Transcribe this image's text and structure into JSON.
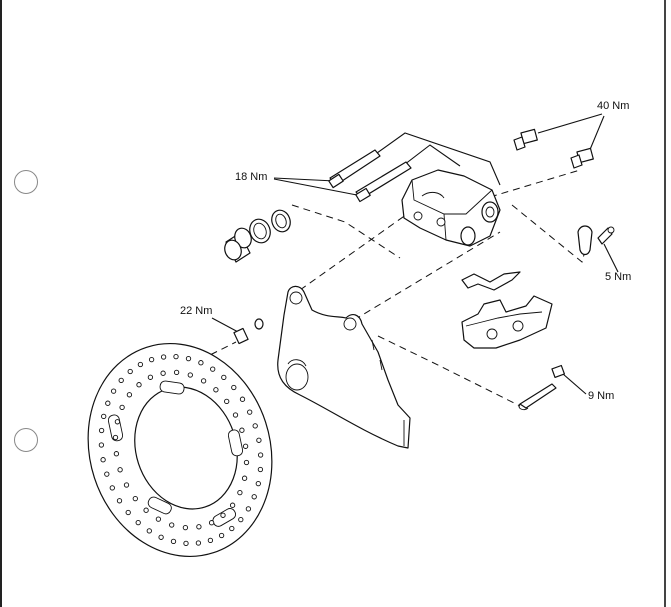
{
  "labels": {
    "torque_40": "40 Nm",
    "torque_18": "18 Nm",
    "torque_5": "5 Nm",
    "torque_22": "22 Nm",
    "torque_9": "9 Nm"
  }
}
